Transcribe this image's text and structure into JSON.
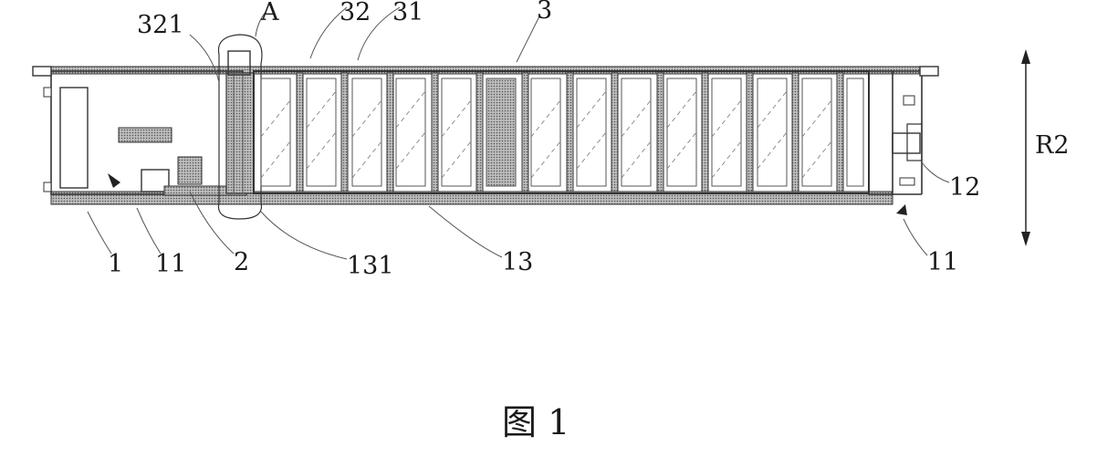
{
  "figure": {
    "labels": {
      "part_321": "321",
      "part_A": "A",
      "part_32": "32",
      "part_31": "31",
      "part_3": "3",
      "part_1": "1",
      "part_11_left": "11",
      "part_2": "2",
      "part_131": "131",
      "part_13": "13",
      "part_11_right": "11",
      "part_12": "12",
      "dimension_R2": "R2"
    },
    "caption": "图 1"
  }
}
